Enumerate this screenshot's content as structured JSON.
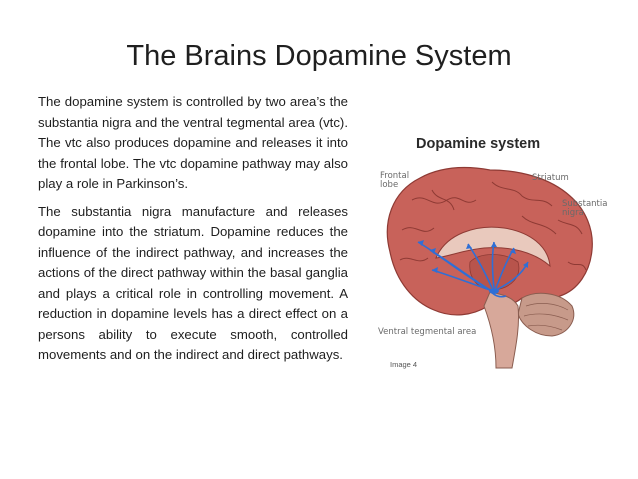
{
  "slide": {
    "title": "The Brains Dopamine System",
    "paragraphs": [
      "The dopamine system is controlled by two area’s the substantia nigra and the ventral tegmental area (vtc).  The vtc also produces dopamine and releases it into the frontal lobe. The vtc dopamine pathway may also play a role in Parkinson’s.",
      "The substantia nigra manufacture and releases dopamine into the striatum. Dopamine reduces the influence of the indirect pathway, and increases the actions of the direct pathway within the basal ganglia and plays a critical role in controlling movement. A reduction in dopamine levels has a direct effect on a persons ability to execute smooth, controlled movements and on the indirect and direct pathways."
    ]
  },
  "figure": {
    "title": "Dopamine system",
    "labels": {
      "frontal_lobe_1": "Frontal",
      "frontal_lobe_2": "lobe",
      "striatum": "Striatum",
      "substantia_1": "Substantia",
      "substantia_2": "nigra",
      "vta": "Ventral tegmental area"
    },
    "credit": "Image 4",
    "colors": {
      "brain_fill": "#c8625a",
      "brain_dark": "#8e3a34",
      "pathway": "#2f6fd6",
      "cerebellum": "#c79a8a",
      "stem": "#d7a89a"
    }
  }
}
